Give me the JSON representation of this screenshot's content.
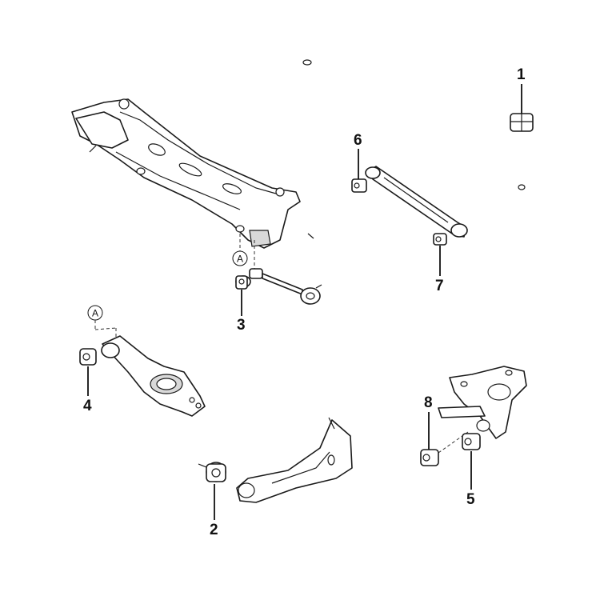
{
  "callouts": {
    "c1": "1",
    "c2": "2",
    "c3": "3",
    "c4": "4",
    "c5": "5",
    "c6": "6",
    "c7": "7",
    "c8": "8"
  },
  "reference_marks": {
    "upper": "A",
    "lower": "A"
  }
}
